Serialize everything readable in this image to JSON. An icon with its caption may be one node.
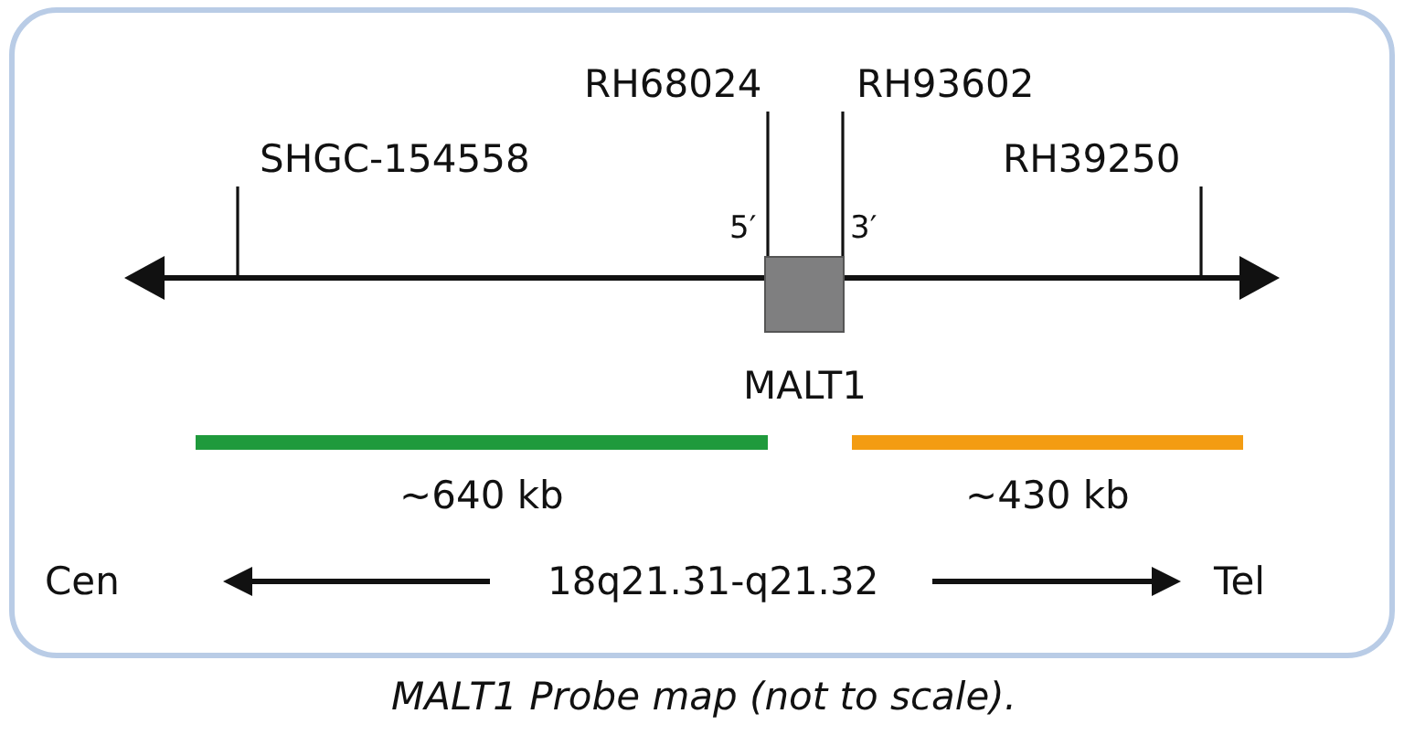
{
  "diagram": {
    "caption": "MALT1 Probe map (not to scale).",
    "nodes": [
      {
        "text": [],
        "shape": "bar"
      },
      {
        "text": [
          "SHGC-154558"
        ]
      },
      {
        "text": [
          "RH68024"
        ]
      },
      {
        "text": [
          "RH93602"
        ]
      },
      {
        "text": [
          "RH39250"
        ]
      },
      {
        "text": [
          "MALT1"
        ],
        "beside": [
          "5′",
          "3′"
        ]
      },
      {
        "text": [
          "~640 kb"
        ]
      },
      {
        "text": [
          "~430 kb"
        ]
      }
    ],
    "edges": [
      {
        "from": 1,
        "to": 0,
        "arrow": "none"
      },
      {
        "from": 2,
        "to": 5,
        "arrow": "none"
      },
      {
        "from": 3,
        "to": 5,
        "arrow": "none"
      },
      {
        "from": 4,
        "to": 0,
        "arrow": "none"
      }
    ],
    "labels": [
      "Cen",
      "18q21.31-q21.32",
      "Tel"
    ]
  }
}
